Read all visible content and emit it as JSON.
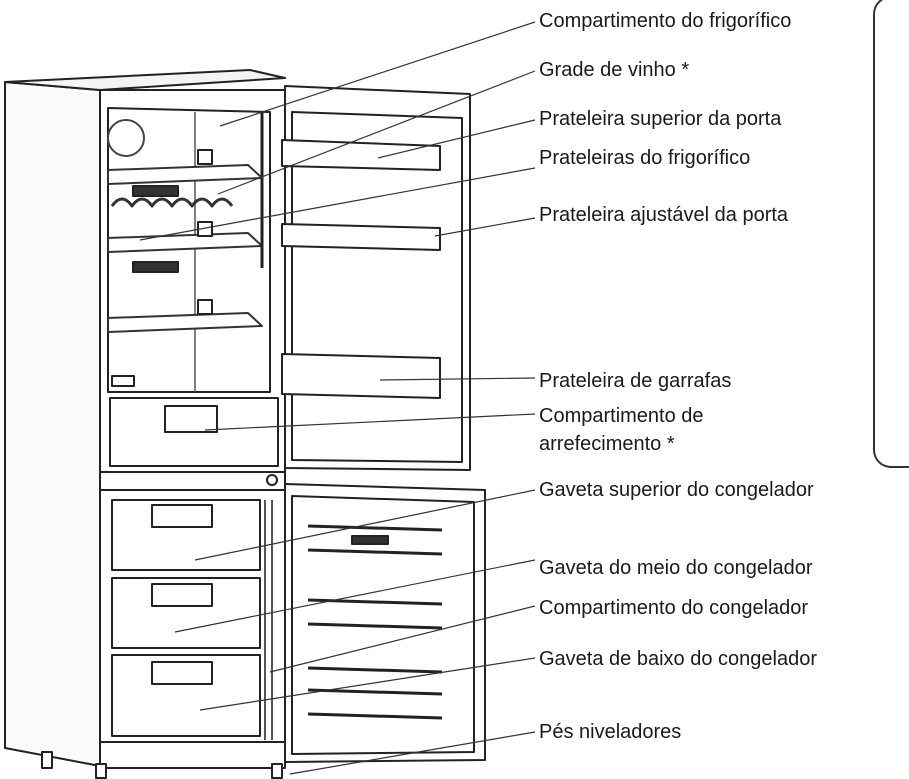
{
  "labels": [
    {
      "id": "fridge-compartment",
      "text": "Compartimento do frigorífico"
    },
    {
      "id": "wine-rack",
      "text": "Grade de vinho *"
    },
    {
      "id": "upper-door-shelf",
      "text": "Prateleira superior da porta"
    },
    {
      "id": "fridge-shelves",
      "text": "Prateleiras do frigorífico"
    },
    {
      "id": "adjustable-door-shelf",
      "text": "Prateleira ajustável da porta"
    },
    {
      "id": "bottle-shelf",
      "text": "Prateleira de garrafas"
    },
    {
      "id": "chiller-compartment",
      "line1": "Compartimento de",
      "line2": "arrefecimento *"
    },
    {
      "id": "upper-freezer-drawer",
      "text": "Gaveta superior do congelador"
    },
    {
      "id": "middle-freezer-drawer",
      "text": "Gaveta do meio do congelador"
    },
    {
      "id": "freezer-compartment",
      "text": "Compartimento do congelador"
    },
    {
      "id": "bottom-freezer-drawer",
      "text": "Gaveta de baixo do congelador"
    },
    {
      "id": "leveling-feet",
      "text": "Pés niveladores"
    }
  ]
}
